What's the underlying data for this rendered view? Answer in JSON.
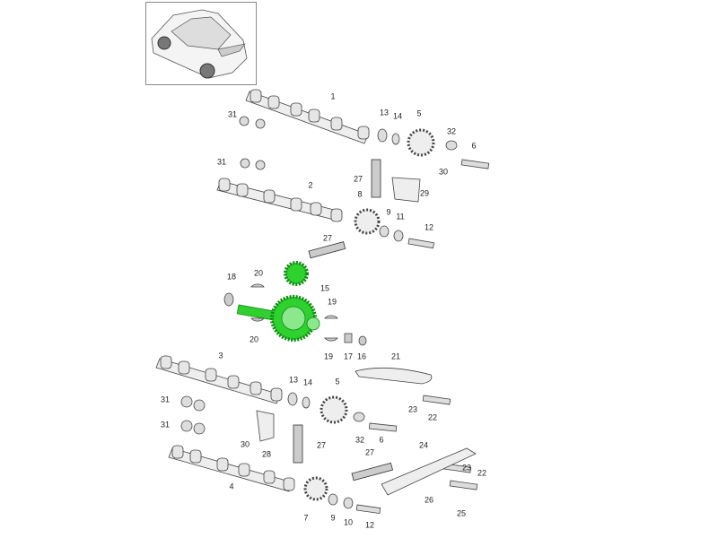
{
  "title": "Camshaft and timing drive parts diagram",
  "highlight_color": "#2fd12f",
  "thumbnail": {
    "icon": "car-thumbnail-icon"
  },
  "labels": [
    "1",
    "13",
    "14",
    "5",
    "32",
    "6",
    "31",
    "31",
    "30",
    "27",
    "29",
    "2",
    "8",
    "9",
    "11",
    "12",
    "27",
    "18",
    "20",
    "15",
    "19",
    "20",
    "19",
    "17",
    "16",
    "21",
    "3",
    "13",
    "14",
    "5",
    "31",
    "31",
    "23",
    "22",
    "30",
    "28",
    "32",
    "6",
    "27",
    "24",
    "27",
    "23",
    "22",
    "4",
    "26",
    "25",
    "7",
    "9",
    "10",
    "12"
  ]
}
